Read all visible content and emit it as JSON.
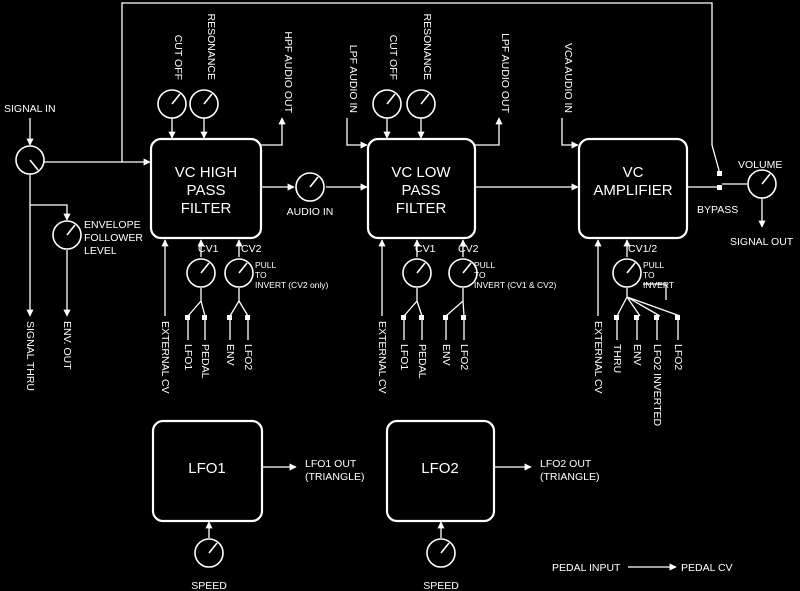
{
  "blocks": {
    "hpf": [
      "VC HIGH",
      "PASS",
      "FILTER"
    ],
    "lpf": [
      "VC LOW",
      "PASS",
      "FILTER"
    ],
    "vca": [
      "VC",
      "AMPLIFIER"
    ],
    "lfo1": "LFO1",
    "lfo2": "LFO2"
  },
  "labels": {
    "signal_in": "SIGNAL IN",
    "signal_thru": "SIGNAL THRU",
    "env_out": "ENV. OUT",
    "envelope_follower": [
      "ENVELOPE",
      "FOLLOWER",
      "LEVEL"
    ],
    "hpf_cutoff": "CUT OFF",
    "hpf_resonance": "RESONANCE",
    "hpf_audio_out": "HPF AUDIO OUT",
    "audio_in": "AUDIO IN",
    "lpf_audio_in": "LPF AUDIO IN",
    "lpf_cutoff": "CUT OFF",
    "lpf_resonance": "RESONANCE",
    "lpf_audio_out": "LPF AUDIO OUT",
    "vca_audio_in": "VCA AUDIO IN",
    "volume": "VOLUME",
    "bypass": "BYPASS",
    "signal_out": "SIGNAL OUT",
    "hpf_cv1": "CV1",
    "hpf_cv2": "CV2",
    "hpf_pull_invert": [
      "PULL",
      "TO",
      "INVERT (CV2 only)"
    ],
    "lpf_cv1": "CV1",
    "lpf_cv2": "CV2",
    "lpf_pull_invert": [
      "PULL",
      "TO",
      "INVERT (CV1 & CV2)"
    ],
    "vca_cv12": "CV1/2",
    "vca_pull_invert": [
      "PULL",
      "TO",
      "INVERT"
    ],
    "hpf_external_cv": "EXTERNAL CV",
    "hpf_lfo1": "LFO1",
    "hpf_pedal": "PEDAL",
    "hpf_env": "ENV",
    "hpf_lfo2": "LFO2",
    "lpf_external_cv": "EXTERNAL CV",
    "lpf_lfo1": "LFO1",
    "lpf_pedal": "PEDAL",
    "lpf_env": "ENV",
    "lpf_lfo2": "LFO2",
    "vca_external_cv": "EXTERNAL CV",
    "vca_thru": "THRU",
    "vca_env": "ENV",
    "vca_lfo2_inverted": "LFO2 INVERTED",
    "vca_lfo2": "LFO2",
    "lfo1_out": [
      "LFO1 OUT",
      "(TRIANGLE)"
    ],
    "lfo2_out": [
      "LFO2 OUT",
      "(TRIANGLE)"
    ],
    "lfo1_speed": "SPEED",
    "lfo2_speed": "SPEED",
    "pedal_input": "PEDAL INPUT",
    "pedal_cv": "PEDAL CV"
  }
}
